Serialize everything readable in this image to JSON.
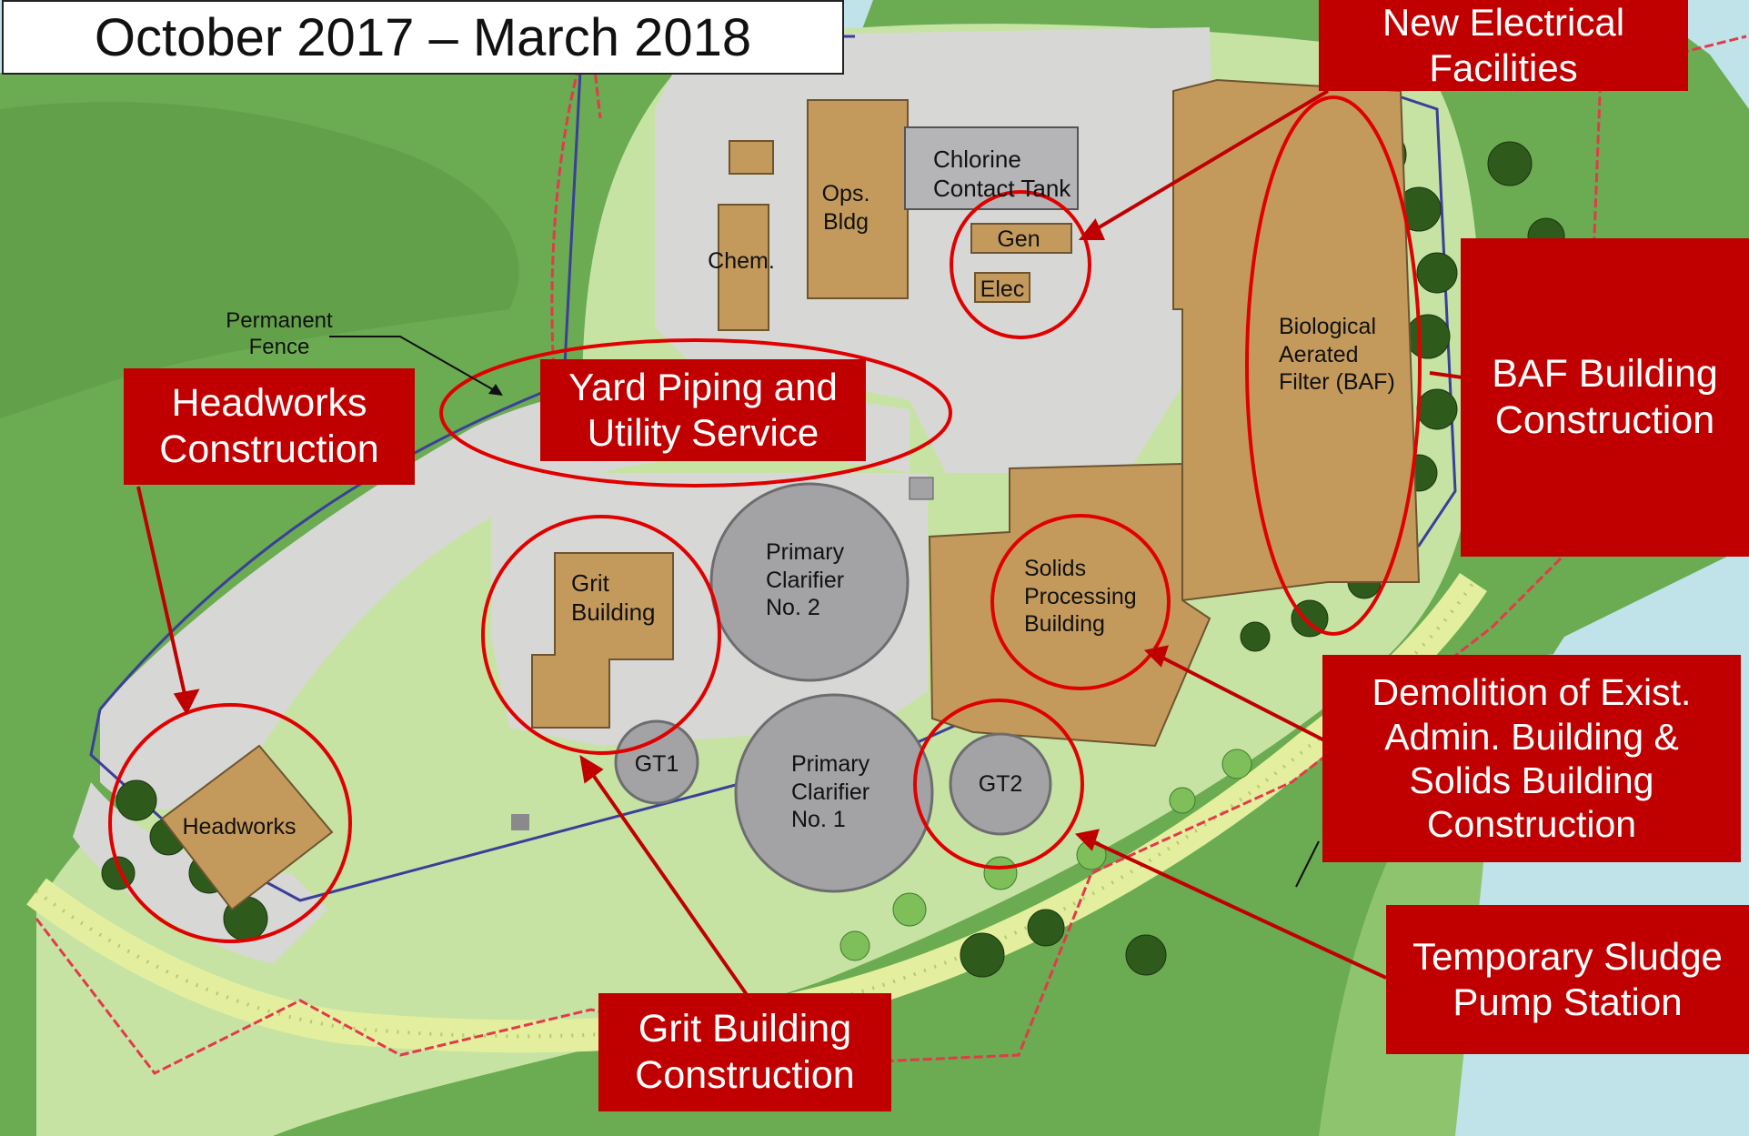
{
  "title": "October 2017 – March 2018",
  "colors": {
    "water": "#bfe3e8",
    "grass_dark": "#6bab52",
    "grass_light": "#c6e3a4",
    "pavement": "#d7d7d5",
    "building": "#c49a5c",
    "tank": "#a3a3a6",
    "callout_red": "#c00000",
    "property_line": "#e23a4a",
    "fence": "#3b3f99"
  },
  "callouts": {
    "new_electrical": "New Electrical Facilities",
    "baf": "BAF Building Construction",
    "yard_piping": "Yard Piping and Utility Service",
    "headworks": "Headworks Construction",
    "demolition": "Demolition of Exist. Admin. Building & Solids Building Construction",
    "temp_sludge": "Temporary Sludge Pump Station",
    "grit": "Grit Building Construction"
  },
  "labels": {
    "permanent_fence": "Permanent Fence",
    "chlorine": "Chlorine Contact Tank",
    "ops": "Ops. Bldg",
    "chem": "Chem.",
    "gen": "Gen",
    "elec": "Elec",
    "baf": "Biological Aerated Filter (BAF)",
    "grit_bldg": "Grit Building",
    "primary2": "Primary Clarifier No. 2",
    "primary1": "Primary Clarifier No. 1",
    "solids": "Solids Processing Building",
    "gt1": "GT1",
    "gt2": "GT2",
    "headworks": "Headworks"
  }
}
